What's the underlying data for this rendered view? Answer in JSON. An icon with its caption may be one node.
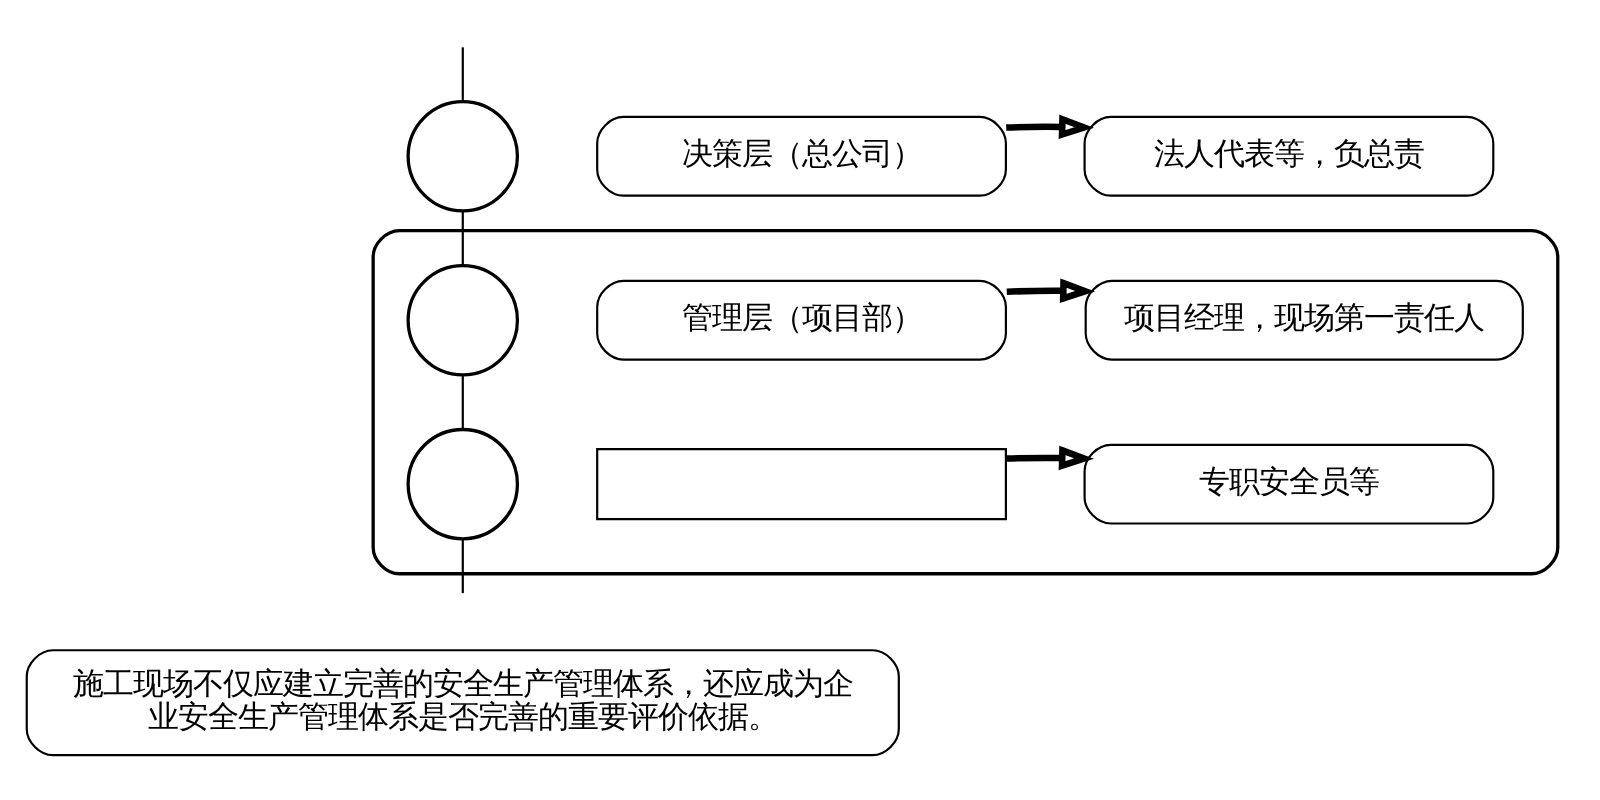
{
  "diagram": {
    "nodes": [
      {
        "text": [],
        "shape": "circle"
      },
      {
        "text": [
          "决策层（总公司）"
        ]
      },
      {
        "text": [
          "法人代表等，负总责"
        ]
      },
      {
        "text": [],
        "shape": "box"
      },
      {
        "text": [],
        "shape": "circle",
        "in": 3
      },
      {
        "text": [
          "管理层（项目部）"
        ],
        "in": 3
      },
      {
        "text": [
          "项目经理，现场第一责任人"
        ],
        "in": 3
      },
      {
        "text": [],
        "shape": "circle",
        "in": 3
      },
      {
        "text": [],
        "shape": "box",
        "in": 3
      },
      {
        "text": [
          "专职安全员等"
        ],
        "in": 3
      },
      {
        "text": [
          "施工现场不仅应建立完善的安全生产管理体系，还应成为企业安全生产管理体系是否完善的重要评价依据。"
        ]
      }
    ],
    "edges": [
      {
        "from": null,
        "to": 0,
        "arrow": "none"
      },
      {
        "from": 0,
        "to": 4,
        "arrow": "none"
      },
      {
        "from": 4,
        "to": 7,
        "arrow": "none"
      },
      {
        "from": 7,
        "to": null,
        "arrow": "none"
      },
      {
        "from": 1,
        "to": 2,
        "arrow": "to",
        "style": "thick"
      },
      {
        "from": 5,
        "to": 6,
        "arrow": "to",
        "style": "thick"
      },
      {
        "from": 8,
        "to": 9,
        "arrow": "to",
        "style": "thick"
      }
    ]
  }
}
